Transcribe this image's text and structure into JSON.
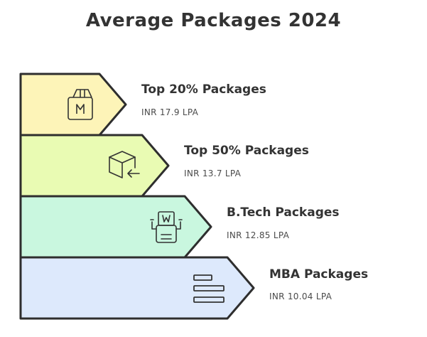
{
  "title": "Average Packages 2024",
  "rows": [
    {
      "label": "Top 20% Packages",
      "value": "INR 17.9 LPA",
      "fill": "#fdf4b8",
      "icon": "package-m-icon"
    },
    {
      "label": "Top 50% Packages",
      "value": "INR 13.7 LPA",
      "fill": "#e9fbb3",
      "icon": "package-arrow-icon"
    },
    {
      "label": "B.Tech Packages",
      "value": "INR 12.85 LPA",
      "fill": "#c9f7df",
      "icon": "package-robot-icon"
    },
    {
      "label": "MBA Packages",
      "value": "INR 10.04 LPA",
      "fill": "#dde9fc",
      "icon": "stacked-bars-icon"
    }
  ]
}
